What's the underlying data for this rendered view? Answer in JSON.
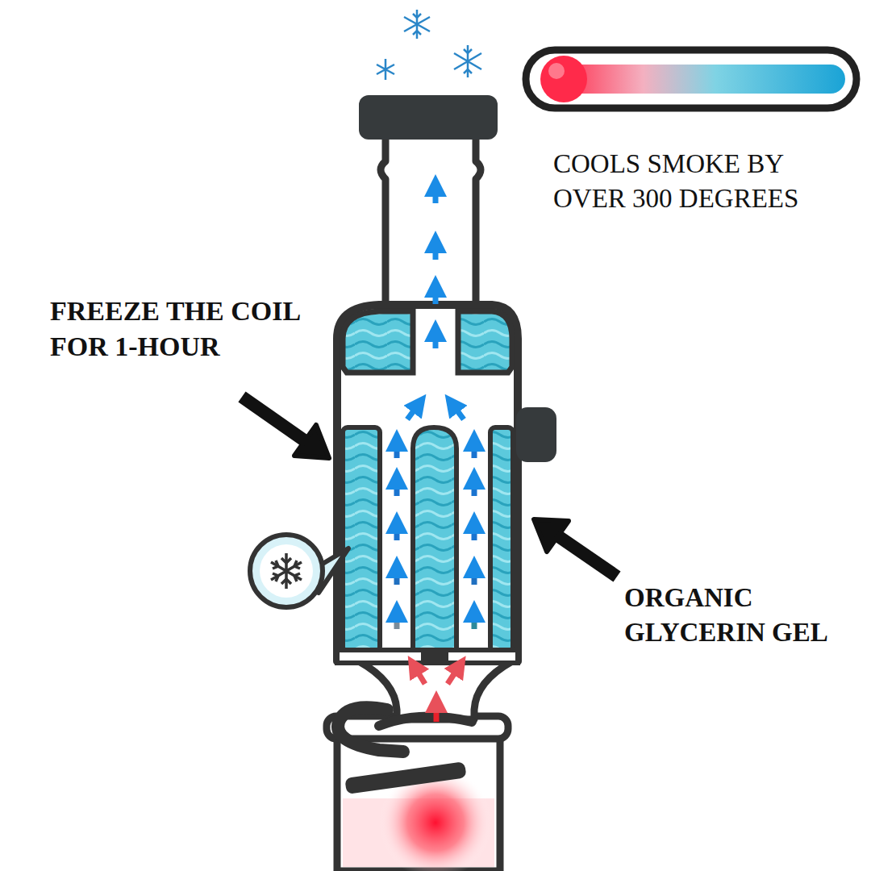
{
  "diagram": {
    "labels": [
      "COOLS SMOKE BY OVER 300 DEGREES",
      "FREEZE THE COIL FOR 1-HOUR",
      "ORGANIC GLYCERIN GEL"
    ]
  }
}
